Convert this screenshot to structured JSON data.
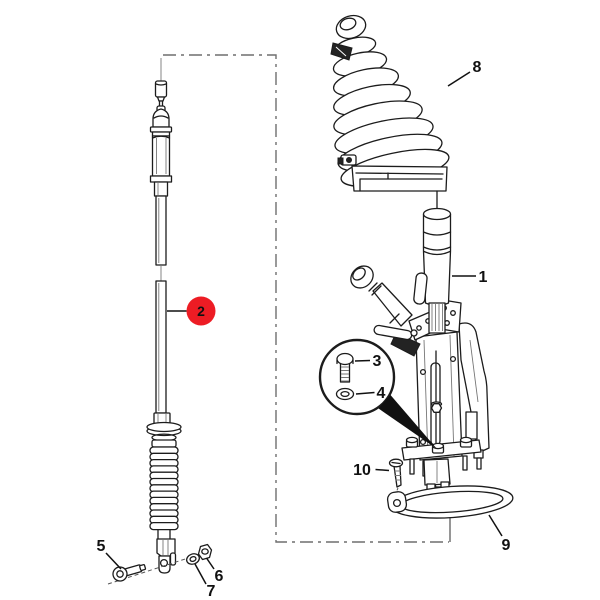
{
  "diagram": {
    "description": "Exploded parts diagram of a shift lever assembly with shift cable, rubber boot and base gasket",
    "background_color": "#ffffff",
    "line_color": "#1c1c1c",
    "phantom_line_color": "#6e6e6e",
    "highlight_color": "#ed1c24",
    "callouts": [
      {
        "num": "1",
        "part": "shift-lever-assembly",
        "highlighted": false
      },
      {
        "num": "2",
        "part": "shift-cable",
        "highlighted": true
      },
      {
        "num": "3",
        "part": "screw",
        "highlighted": false
      },
      {
        "num": "4",
        "part": "washer",
        "highlighted": false
      },
      {
        "num": "5",
        "part": "clevis-pin-bolt",
        "highlighted": false
      },
      {
        "num": "6",
        "part": "nut",
        "highlighted": false
      },
      {
        "num": "7",
        "part": "washer",
        "highlighted": false
      },
      {
        "num": "8",
        "part": "shift-boot",
        "highlighted": false
      },
      {
        "num": "9",
        "part": "base-gasket",
        "highlighted": false
      },
      {
        "num": "10",
        "part": "screw",
        "highlighted": false
      }
    ]
  }
}
